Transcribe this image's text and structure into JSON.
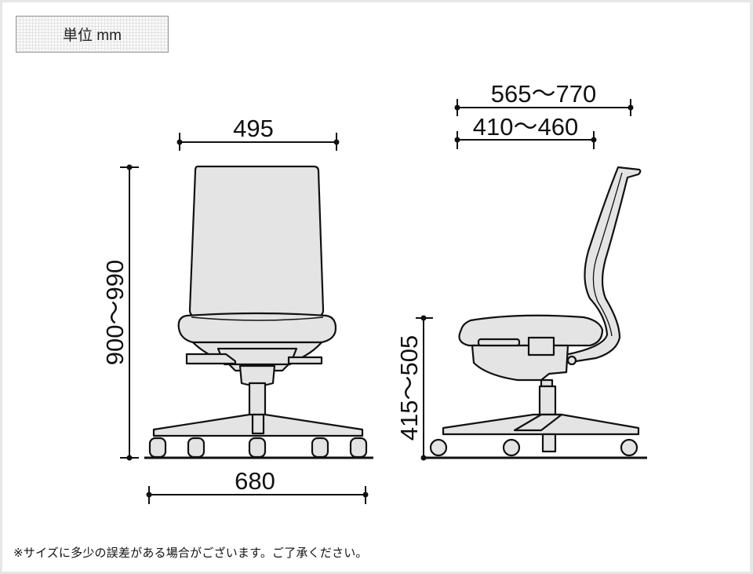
{
  "unit_label": "単位 mm",
  "note": "※サイズに多少の誤差がある場合がございます。ご了承ください。",
  "colors": {
    "frame_border": "#e6e6e6",
    "background": "#ffffff",
    "chair_fill": "#e4e4e4",
    "line": "#111111"
  },
  "front_view": {
    "width_top": "495",
    "total_height": "900〜990",
    "base_width": "680"
  },
  "side_view": {
    "overall_depth": "565〜770",
    "seat_depth": "410〜460",
    "seat_height": "415〜505"
  }
}
